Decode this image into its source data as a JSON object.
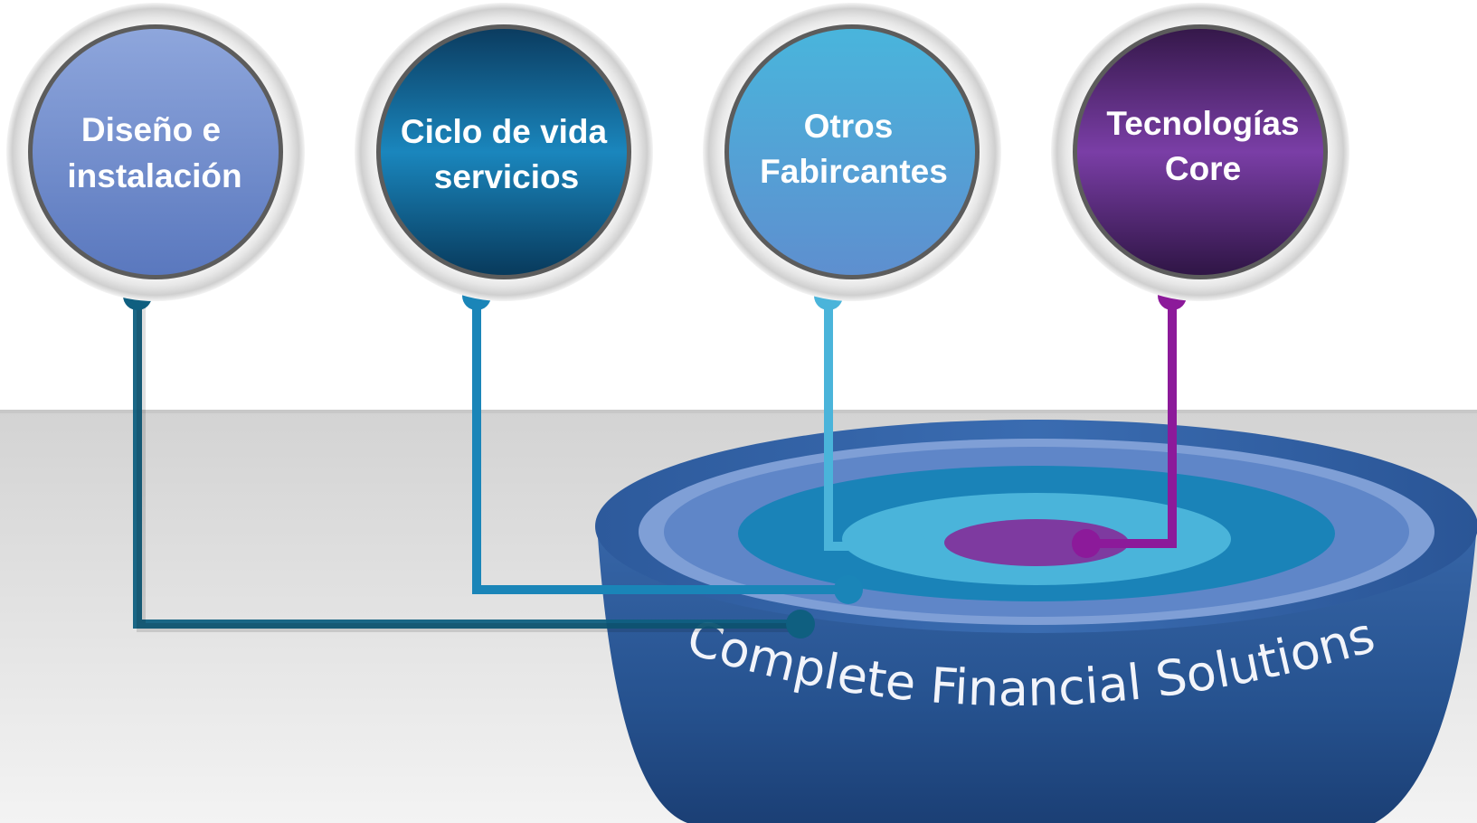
{
  "circles": [
    {
      "line1": "Diseño e",
      "line2": "instalación",
      "fill_top": "#8ea6dc",
      "fill_bottom": "#5a78be",
      "text_color": "#ffffff",
      "connector_color": "#0f5f80"
    },
    {
      "line1": "Ciclo de vida",
      "line2": "servicios",
      "fill_top": "#0b4a72",
      "fill_bottom": "#0a4b70",
      "fill_mid": "#1a86bd",
      "text_color": "#ffffff",
      "connector_color": "#1a85b8"
    },
    {
      "line1": "Otros",
      "line2": "Fabircantes",
      "fill_top": "#49b5dc",
      "fill_bottom": "#5e8fcf",
      "text_color": "#ffffff",
      "connector_color": "#4ab4da"
    },
    {
      "line1": "Tecnologías",
      "line2": "Core",
      "fill_top": "#3c1e52",
      "fill_bottom": "#3a1c50",
      "fill_mid": "#7a3ea6",
      "text_color": "#ffffff",
      "connector_color": "#8c1a9a"
    }
  ],
  "bowl": {
    "caption": "Complete Financial Solutions",
    "outer_color": "#2c5a9c",
    "ring1_color": "#7f9fd6",
    "ring2_color": "#1a83b8",
    "ring3_color": "#4ab4da",
    "core_color": "#7e3aa0"
  },
  "floor_color": "#d9d9d9"
}
